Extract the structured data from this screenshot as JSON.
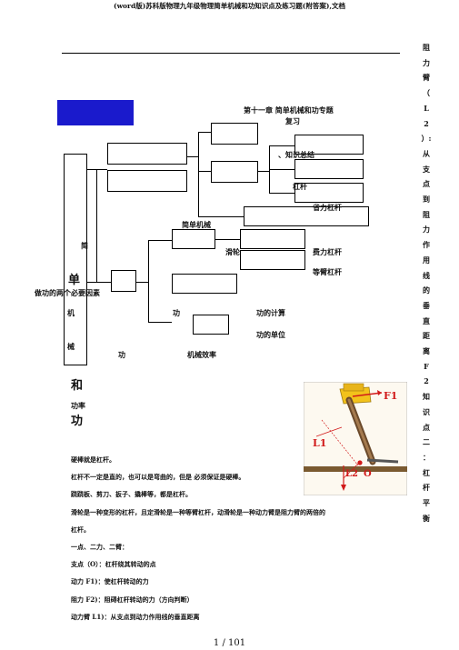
{
  "header": "(word版)苏科版物理九年级物理简单机械和功知识点及练习题(附答案),文档",
  "diagram": {
    "title_line1": "第十一章    简单机械和功专题",
    "title_line2": "复习",
    "knowledge_summary": "、知识总结",
    "lever": "杠杆",
    "lever_types": [
      "省力杠杆",
      "费力杠杆",
      "等臂杠杆"
    ],
    "simple_machine": "简单机械",
    "pulley": "滑轮",
    "left_title_chars": [
      "简",
      "单",
      "机",
      "械",
      "和",
      "功"
    ],
    "work_two_factors": "做功的两个必要因素",
    "work": "功",
    "work_calc": "功的计算",
    "work_unit": "功的单位",
    "work_label": "功",
    "mechanical_efficiency": "机械效率",
    "power": "功率"
  },
  "side_column_text": [
    "阻",
    "力",
    "臂",
    "（",
    "L",
    "2",
    "）:",
    "从",
    "支",
    "点",
    "到",
    "阻",
    "力",
    "作",
    "用",
    "线",
    "的",
    "垂",
    "直",
    "距",
    "离",
    "F",
    "2",
    "知",
    "识",
    "点",
    "二",
    "：",
    "杠",
    "杆",
    "平",
    "衡"
  ],
  "figure_labels": {
    "f1": "F1",
    "l1": "L1",
    "l2": "L2",
    "o": "O"
  },
  "body_lines": [
    "硬棒就是杠杆。",
    "杠杆不一定是直的，也可以是弯曲的，但是      必须保证是硬棒。",
    "跷跷板、剪刀、扳子、撬棒等，都是杠杆。",
    "滑轮是一种变形的杠杆，且定滑轮是一种等臂杠杆，动滑轮是一种动力臂是阻力臂的两倍的",
    "杠杆。",
    "一点、二力、二臂：",
    "支点（O）：杠杆绕其转动的点",
    "动力 F1)：使杠杆转动的力",
    "阻力 F2)：阻碍杠杆转动的力（方向判断）",
    "动力臂 L1)：从支点到动力作用线的垂直距离"
  ],
  "footer": "1 / 101",
  "colors": {
    "blue_box": "#1a1acc",
    "accent_red": "#d11a1a",
    "hand_yellow": "#f2c21b"
  }
}
